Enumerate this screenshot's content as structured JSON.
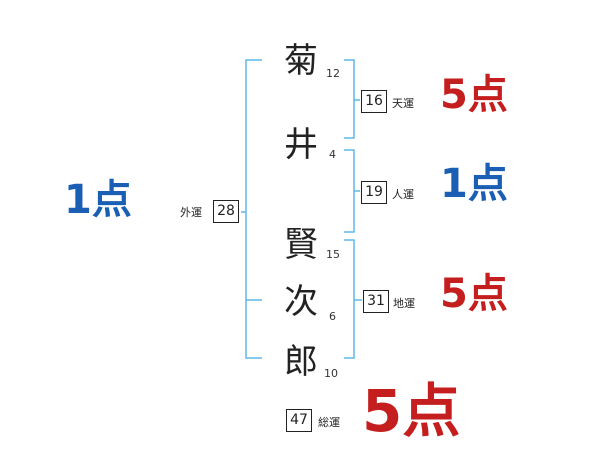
{
  "name": {
    "chars": [
      {
        "char": "菊",
        "strokes": "12"
      },
      {
        "char": "井",
        "strokes": "4"
      },
      {
        "char": "賢",
        "strokes": "15"
      },
      {
        "char": "次",
        "strokes": "6"
      },
      {
        "char": "郎",
        "strokes": "10"
      }
    ]
  },
  "fortunes": {
    "tenkaku": {
      "value": "16",
      "label": "天運",
      "score": "5点"
    },
    "jinkaku": {
      "value": "19",
      "label": "人運",
      "score": "1点"
    },
    "chikaku": {
      "value": "31",
      "label": "地運",
      "score": "5点"
    },
    "gaikaku": {
      "value": "28",
      "label": "外運",
      "score": "1点"
    },
    "soukaku": {
      "value": "47",
      "label": "総運",
      "score": "5点"
    }
  },
  "colors": {
    "good": "#c41e1e",
    "bad": "#1a5fb4",
    "bracket": "#5fb8e6"
  }
}
